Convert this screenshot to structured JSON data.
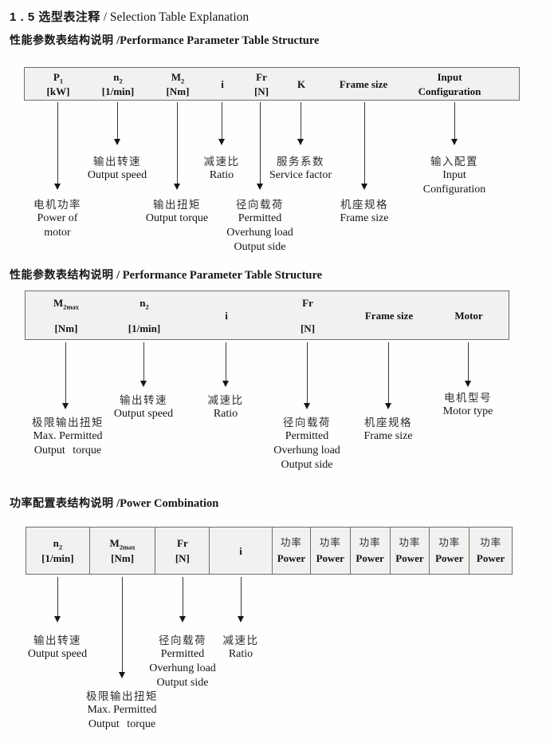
{
  "title": {
    "cn": "1 . 5 选型表注释",
    "en": " / Selection Table Explanation"
  },
  "section1": {
    "heading": {
      "cn": "性能参数表结构说明",
      "en": " /Performance Parameter Table Structure"
    },
    "table": {
      "p1": {
        "base": "P",
        "sub": "1",
        "unit": "[kW]"
      },
      "n2": {
        "base": "n",
        "sub": "2",
        "unit": "[1/min]"
      },
      "m2": {
        "base": "M",
        "sub": "2",
        "unit": "[Nm]"
      },
      "i": "i",
      "fr": {
        "base": "Fr",
        "unit": "[N]"
      },
      "k": "K",
      "frame": "Frame size",
      "input": {
        "line1": "Input",
        "line2": "Configuration"
      }
    },
    "labels": {
      "p1": {
        "cn": "电机功率",
        "en1": "Power of",
        "en2": "motor"
      },
      "n2": {
        "cn": "输出转速",
        "en1": "Output speed"
      },
      "m2": {
        "cn": "输出扭矩",
        "en1": "Output torque"
      },
      "i": {
        "cn": "减速比",
        "en1": "Ratio"
      },
      "fr": {
        "cn": "径向载荷",
        "en1": "Permitted",
        "en2": "Overhung load",
        "en3": "Output side"
      },
      "k": {
        "cn": "服务系数",
        "en1": "Service factor"
      },
      "frame": {
        "cn": "机座规格",
        "en1": "Frame size"
      },
      "input": {
        "cn": "输入配置",
        "en1": "Input",
        "en2": "Configuration"
      }
    }
  },
  "section2": {
    "heading": {
      "cn": "性能参数表结构说明",
      "en": " / Performance Parameter Table Structure"
    },
    "table": {
      "m2max": {
        "base": "M",
        "sub": "2max",
        "unit": "[Nm]"
      },
      "n2": {
        "base": "n",
        "sub": "2",
        "unit": "[1/min]"
      },
      "i": "i",
      "fr": {
        "base": "Fr",
        "unit": "[N]"
      },
      "frame": "Frame size",
      "motor": "Motor"
    },
    "labels": {
      "m2max": {
        "cn": "极限输出扭矩",
        "en1": "Max. Permitted",
        "en2": "Output torque"
      },
      "n2": {
        "cn": "输出转速",
        "en1": "Output speed"
      },
      "i": {
        "cn": "减速比",
        "en1": "Ratio"
      },
      "fr": {
        "cn": "径向载荷",
        "en1": "Permitted",
        "en2": "Overhung load",
        "en3": "Output side"
      },
      "frame": {
        "cn": "机座规格",
        "en1": "Frame size"
      },
      "motor": {
        "cn": "电机型号",
        "en1": "Motor type"
      }
    }
  },
  "section3": {
    "heading": {
      "cn": "功率配置表结构说明",
      "en": " /Power Combination"
    },
    "table": {
      "n2": {
        "base": "n",
        "sub": "2",
        "unit": "[1/min]"
      },
      "m2max": {
        "base": "M",
        "sub": "2max",
        "unit": "[Nm]"
      },
      "fr": {
        "base": "Fr",
        "unit": "[N]"
      },
      "i": "i",
      "power": {
        "cn": "功率",
        "en": "Power"
      }
    },
    "labels": {
      "n2": {
        "cn": "输出转速",
        "en1": "Output speed"
      },
      "m2max": {
        "cn": "极限输出扭矩",
        "en1": "Max. Permitted",
        "en2": "Output torque"
      },
      "fr": {
        "cn": "径向载荷",
        "en1": "Permitted",
        "en2": "Overhung load",
        "en3": "Output side"
      },
      "i": {
        "cn": "减速比",
        "en1": "Ratio"
      }
    }
  }
}
